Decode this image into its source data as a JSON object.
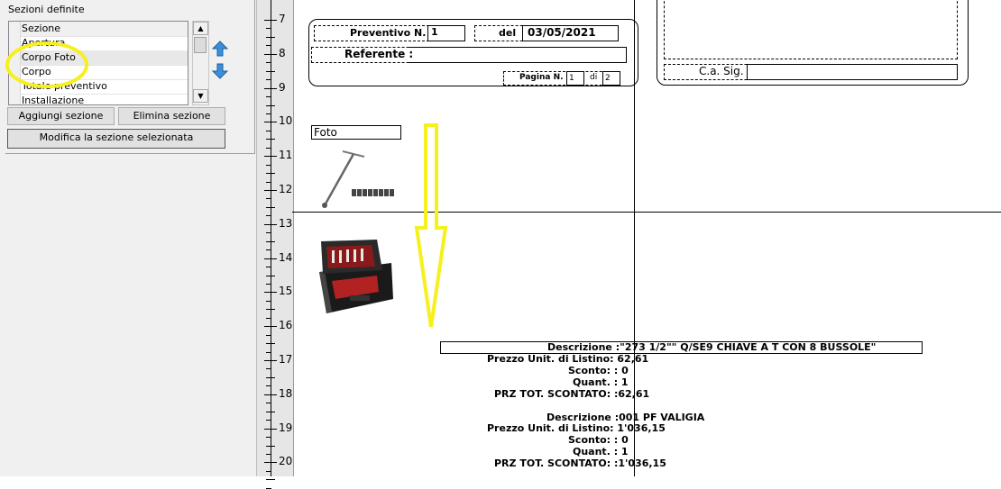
{
  "left_panel": {
    "title": "Sezioni definite",
    "grid_header": "Sezione",
    "rows": [
      "Apertura",
      "Corpo Foto",
      "Corpo",
      "Totale preventivo",
      "Installazione"
    ],
    "buttons": {
      "add": "Aggiungi sezione",
      "delete": "Elimina sezione",
      "modify": "Modifica la sezione selezionata"
    }
  },
  "ruler": {
    "marks": [
      "7",
      "8",
      "9",
      "10",
      "11",
      "12",
      "13",
      "14",
      "15",
      "16",
      "17",
      "18",
      "19",
      "20"
    ]
  },
  "document": {
    "preventivo_label": "Preventivo N.",
    "preventivo_num": "1",
    "del_label": "del",
    "date": "03/05/2021",
    "referente_label": "Referente :",
    "pagina_label": "Pagina N.",
    "pagina_num": "1",
    "di_label": "di",
    "pagina_tot": "2",
    "ca_label": "C.a. Sig.",
    "foto_label": "Foto",
    "item1": {
      "descrizione": "Descrizione :\"273 1/2\"\" Q/SE9 CHIAVE A T CON 8 BUSSOLE\"",
      "prezzo": "Prezzo Unit. di Listino: 62,61",
      "sconto": "Sconto: : 0",
      "quant": "Quant. : 1",
      "totale": "PRZ TOT. SCONTATO: :62,61"
    },
    "item2": {
      "descrizione": "Descrizione :001 PF VALIGIA",
      "prezzo": "Prezzo Unit. di Listino: 1'036,15",
      "sconto": "Sconto: : 0",
      "quant": "Quant. : 1",
      "totale": "PRZ TOT. SCONTATO: :1'036,15"
    }
  },
  "annotations": {
    "highlight_color": "#f5f01e",
    "arrow_color": "#f5f01e"
  }
}
